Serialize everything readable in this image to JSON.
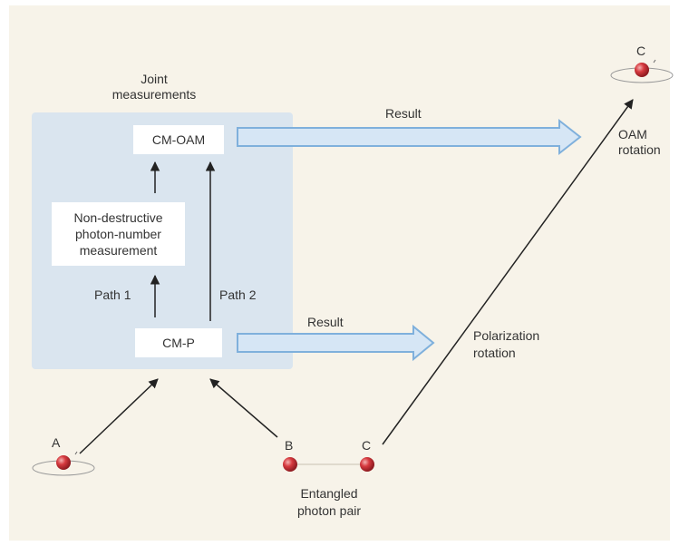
{
  "panel": {
    "title_line1": "Joint",
    "title_line2": "measurements"
  },
  "boxes": {
    "cm_oam": "CM-OAM",
    "nondestructive_line1": "Non-destructive",
    "nondestructive_line2": "photon-number",
    "nondestructive_line3": "measurement",
    "cm_p": "CM-P"
  },
  "paths": {
    "path1": "Path 1",
    "path2": "Path 2"
  },
  "results": {
    "upper": "Result",
    "lower": "Result"
  },
  "rotations": {
    "oam_line1": "OAM",
    "oam_line2": "rotation",
    "polarization_line1": "Polarization",
    "polarization_line2": "rotation"
  },
  "particles": {
    "a": "A",
    "b": "B",
    "c_pair": "C",
    "c_target": "C"
  },
  "pair_caption": {
    "line1": "Entangled",
    "line2": "photon pair"
  },
  "colors": {
    "background": "#f7f3e9",
    "panel": "#dae5ef",
    "result_arrow_fill": "#d6e6f5",
    "result_arrow_stroke": "#7fb0dc",
    "particle": "#c8202c"
  }
}
